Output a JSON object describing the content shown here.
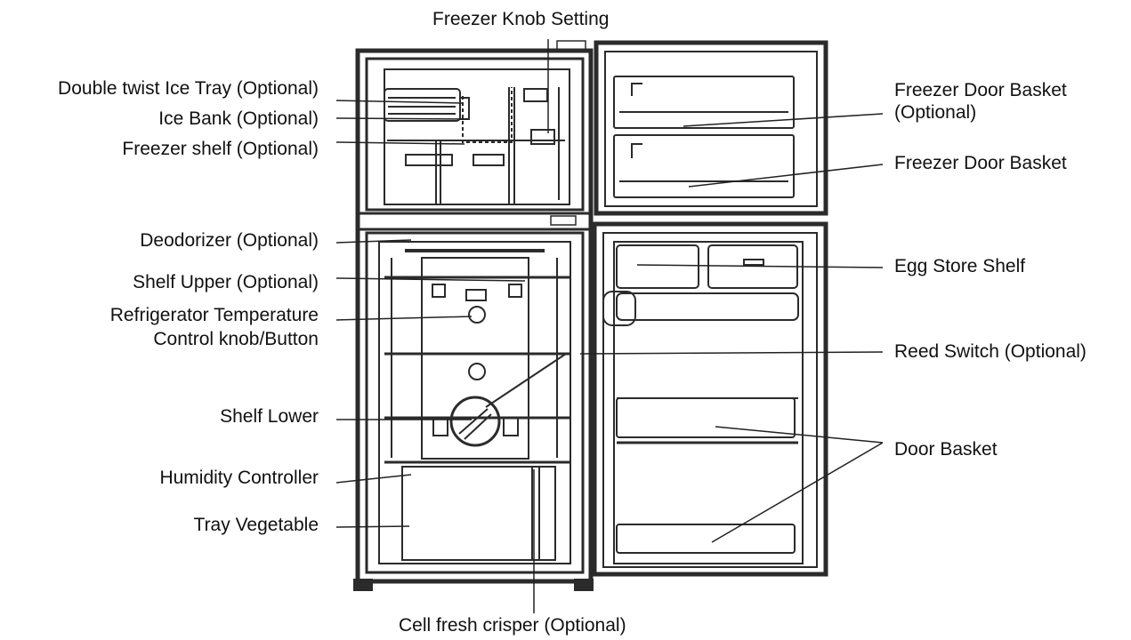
{
  "labels": {
    "freezer_knob_setting": "Freezer Knob Setting",
    "double_twist_ice_tray": "Double twist Ice Tray (Optional)",
    "ice_bank": "Ice Bank (Optional)",
    "freezer_shelf": "Freezer shelf (Optional)",
    "deodorizer": "Deodorizer (Optional)",
    "shelf_upper": "Shelf Upper (Optional)",
    "fridge_temp_knob_line1": "Refrigerator Temperature",
    "fridge_temp_knob_line2": "Control knob/Button",
    "shelf_lower": "Shelf Lower",
    "humidity_controller": "Humidity Controller",
    "tray_vegetable": "Tray Vegetable",
    "cell_fresh_crisper": "Cell fresh crisper (Optional)",
    "freezer_door_basket_optional_line1": "Freezer Door Basket",
    "freezer_door_basket_optional_line2": "(Optional)",
    "freezer_door_basket": "Freezer Door Basket",
    "egg_store_shelf": "Egg Store Shelf",
    "reed_switch": "Reed Switch (Optional)",
    "door_basket": "Door Basket"
  },
  "colors": {
    "line": "#222222",
    "body": "#2b2b2b",
    "text": "#111111"
  }
}
